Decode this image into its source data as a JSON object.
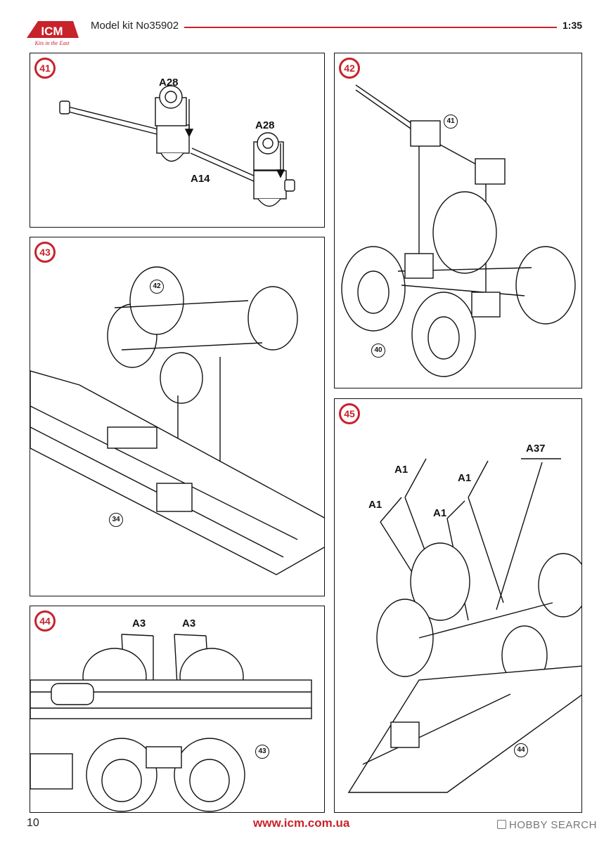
{
  "header": {
    "logo_text": "ICM",
    "logo_tagline": "Kits in the East",
    "kit_title": "Model kit No35902",
    "scale": "1:35"
  },
  "steps": [
    {
      "number": "41",
      "callouts": [
        "A28",
        "A28",
        "A14"
      ],
      "refs": []
    },
    {
      "number": "42",
      "callouts": [],
      "refs": [
        "41",
        "40"
      ]
    },
    {
      "number": "43",
      "callouts": [],
      "refs": [
        "42",
        "34"
      ]
    },
    {
      "number": "44",
      "callouts": [
        "A3",
        "A3"
      ],
      "refs": [
        "43"
      ]
    },
    {
      "number": "45",
      "callouts": [
        "A37",
        "A1",
        "A1",
        "A1",
        "A1"
      ],
      "refs": [
        "44"
      ]
    }
  ],
  "footer": {
    "page_number": "10",
    "url": "www.icm.com.ua",
    "watermark": "HOBBY SEARCH"
  },
  "colors": {
    "accent_red": "#c8222b",
    "line": "#111111"
  },
  "icons": {
    "logo": "icm-logo-icon",
    "watermark": "hobby-search-icon"
  }
}
